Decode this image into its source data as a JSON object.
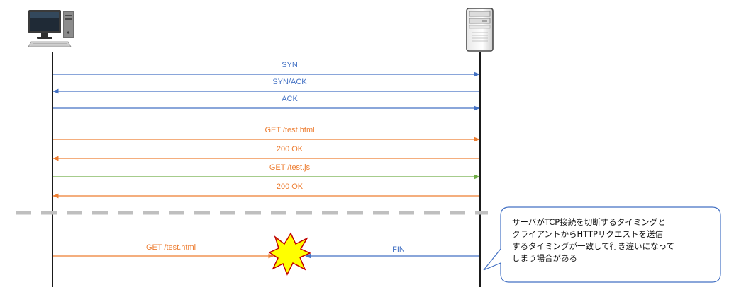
{
  "colors": {
    "blue": "#4472c4",
    "orange": "#ed7d31",
    "green": "#70ad47",
    "lifeline": "#000000",
    "separator": "#bfbfbf",
    "explosion_fill": "#ffff00",
    "explosion_stroke": "#c00000"
  },
  "participants": {
    "client": {
      "icon": "desktop-pc-icon"
    },
    "server": {
      "icon": "server-tower-icon"
    }
  },
  "messages": [
    {
      "label": "SYN",
      "direction": "to-server",
      "color": "blue"
    },
    {
      "label": "SYN/ACK",
      "direction": "to-client",
      "color": "blue"
    },
    {
      "label": "ACK",
      "direction": "to-server",
      "color": "blue"
    },
    {
      "label": "GET /test.html",
      "direction": "to-server",
      "color": "orange"
    },
    {
      "label": "200 OK",
      "direction": "to-client",
      "color": "orange"
    },
    {
      "label": "GET /test.js",
      "direction": "to-server",
      "color": "orange",
      "line_color": "green"
    },
    {
      "label": "200 OK",
      "direction": "to-client",
      "color": "orange"
    }
  ],
  "collision": {
    "client_message": {
      "label": "GET /test.html",
      "color": "orange"
    },
    "server_message": {
      "label": "FIN",
      "color": "blue"
    },
    "icon": "explosion-icon"
  },
  "callout": {
    "lines": [
      "サーバがTCP接続を切断するタイミングと",
      "クライアントからHTTPリクエストを送信",
      "するタイミングが一致して行き違いになって",
      "しまう場合がある"
    ]
  }
}
